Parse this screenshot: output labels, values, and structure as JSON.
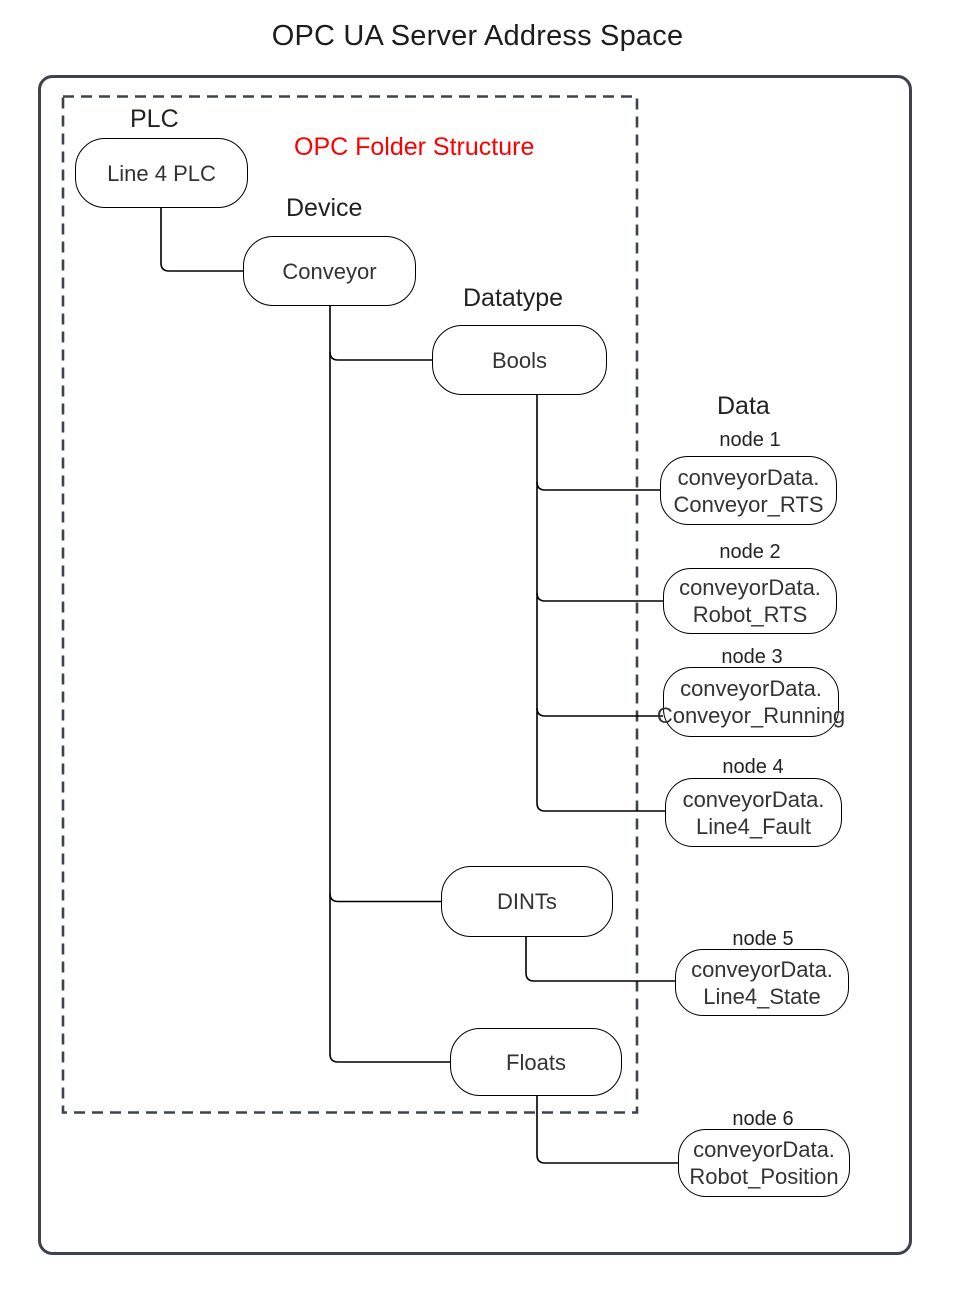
{
  "title": "OPC UA Server Address Space",
  "annotation": {
    "text": "OPC Folder Structure",
    "color": "#ff0000"
  },
  "column_headers": {
    "plc": "PLC",
    "device": "Device",
    "datatype": "Datatype",
    "data": "Data"
  },
  "folders": {
    "plc": "Line 4 PLC",
    "device": "Conveyor",
    "datatypes": [
      "Bools",
      "DINTs",
      "Floats"
    ]
  },
  "data_nodes": [
    {
      "caption": "node 1",
      "line1": "conveyorData.",
      "line2": "Conveyor_RTS",
      "parent": "Bools"
    },
    {
      "caption": "node 2",
      "line1": "conveyorData.",
      "line2": "Robot_RTS",
      "parent": "Bools"
    },
    {
      "caption": "node 3",
      "line1": "conveyorData.",
      "line2": "Conveyor_Running",
      "parent": "Bools"
    },
    {
      "caption": "node 4",
      "line1": "conveyorData.",
      "line2": "Line4_Fault",
      "parent": "Bools"
    },
    {
      "caption": "node 5",
      "line1": "conveyorData.",
      "line2": "Line4_State",
      "parent": "DINTs"
    },
    {
      "caption": "node 6",
      "line1": "conveyorData.",
      "line2": "Robot_Position",
      "parent": "Floats"
    }
  ],
  "edges": [
    {
      "from": "Line 4 PLC",
      "to": "Conveyor"
    },
    {
      "from": "Conveyor",
      "to": "Bools"
    },
    {
      "from": "Conveyor",
      "to": "DINTs"
    },
    {
      "from": "Conveyor",
      "to": "Floats"
    },
    {
      "from": "Bools",
      "to": "conveyorData.Conveyor_RTS"
    },
    {
      "from": "Bools",
      "to": "conveyorData.Robot_RTS"
    },
    {
      "from": "Bools",
      "to": "conveyorData.Conveyor_Running"
    },
    {
      "from": "Bools",
      "to": "conveyorData.Line4_Fault"
    },
    {
      "from": "DINTs",
      "to": "conveyorData.Line4_State"
    },
    {
      "from": "Floats",
      "to": "conveyorData.Robot_Position"
    }
  ],
  "colors": {
    "frame": "#3d434d",
    "connector": "#000000",
    "node_border": "#000000",
    "annotation": "#ff0000",
    "text": "#1f1f1f",
    "background": "#ffffff"
  }
}
